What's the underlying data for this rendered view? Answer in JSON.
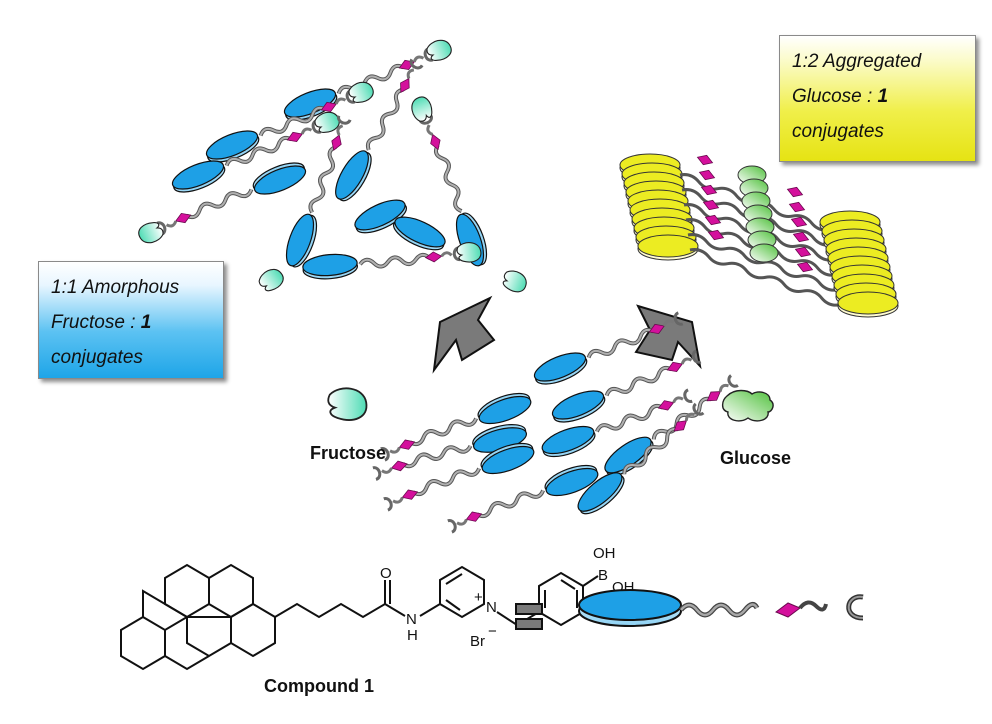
{
  "figure": {
    "panels": {
      "fructose_complex": {
        "title_line1": "1:1 Amorphous",
        "title_line2_prefix": "Fructose : ",
        "title_line2_bold": "1",
        "title_line3": "conjugates"
      },
      "glucose_complex": {
        "title_line1": "1:2 Aggregated",
        "title_line2_prefix": "Glucose : ",
        "title_line2_bold": "1",
        "title_line3": "conjugates"
      }
    },
    "sugars": {
      "fructose": "Fructose",
      "glucose": "Glucose"
    },
    "compound": {
      "label": "Compound 1",
      "atoms": {
        "oxygen": "O",
        "nh_n": "N",
        "nh_h": "H",
        "pyridinium_n": "N",
        "plus": "+",
        "bromide": "Br",
        "minus": "−",
        "boron": "B",
        "oh1": "OH",
        "oh2": "OH"
      }
    },
    "colors": {
      "pyrene_disc": "#1ea0e6",
      "pyrene_disc_edge": "#a8dcf5",
      "linker": "#8c8c8c",
      "pyridinium_diamond": "#d4109c",
      "fructose_fill": "#5fe0c0",
      "glucose_fill": "#5cc84a",
      "glucose_disc": "#ecec22",
      "arrow": "#7a7a7a"
    }
  }
}
